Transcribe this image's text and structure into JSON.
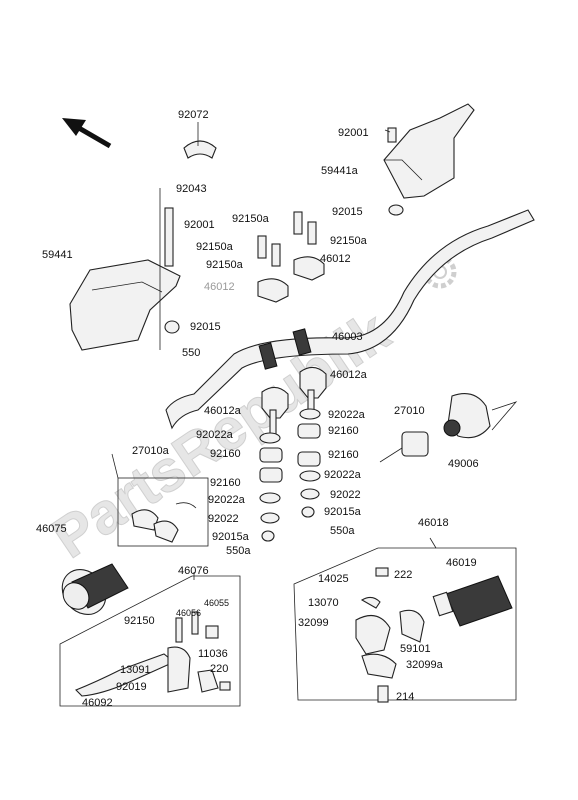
{
  "watermark": "PartsRepublik",
  "labels": {
    "p92072": "92072",
    "p92001_top": "92001",
    "p59441a": "59441a",
    "p92015_top": "92015",
    "p92043": "92043",
    "p92001_left": "92001",
    "p59441": "59441",
    "p92150a_1": "92150a",
    "p92150a_2": "92150a",
    "p92150a_3": "92150a",
    "p92150a_4": "92150a",
    "p46012_right": "46012",
    "p46012_grey": "46012",
    "p92015_left": "92015",
    "p550": "550",
    "p46003": "46003",
    "p46012a_right": "46012a",
    "p46012a_left": "46012a",
    "p92022a_r1": "92022a",
    "p92022a_l1": "92022a",
    "p92160_r1": "92160",
    "p92160_l1": "92160",
    "p27010": "27010",
    "p27010a": "27010a",
    "p49006": "49006",
    "p92160_r2": "92160",
    "p92022a_r2": "92022a",
    "p92160_l2": "92160",
    "p92022a_l2": "92022a",
    "p92022_r": "92022",
    "p92022_l": "92022",
    "p92015a_r": "92015a",
    "p550a_r": "550a",
    "p92015a_l": "92015a",
    "p550a_l": "550a",
    "p46018": "46018",
    "p46075": "46075",
    "p46076": "46076",
    "p46019": "46019",
    "p14025": "14025",
    "p222": "222",
    "p13070": "13070",
    "p32099": "32099",
    "p59101": "59101",
    "p32099a": "32099a",
    "p214": "214",
    "p92150": "92150",
    "p46056": "46056",
    "p46055": "46055",
    "p11036": "11036",
    "p13091": "13091",
    "p220": "220",
    "p92019": "92019",
    "p46092": "46092"
  }
}
